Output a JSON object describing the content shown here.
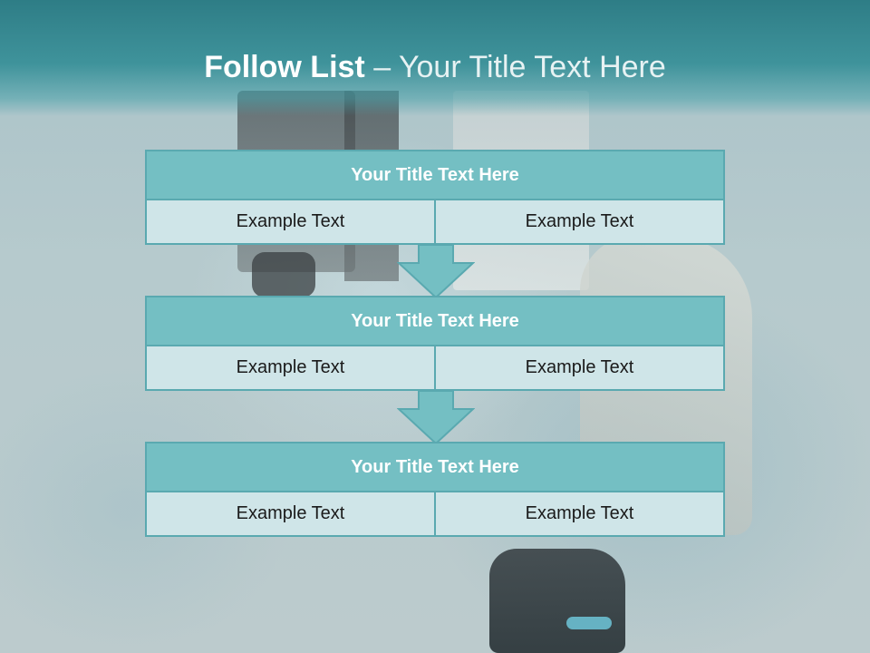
{
  "slide": {
    "title_bold": "Follow List",
    "title_rest": "– Your Title Text Here"
  },
  "steps": [
    {
      "title": "Your Title Text Here",
      "left": "Example Text",
      "right": "Example Text"
    },
    {
      "title": "Your Title Text Here",
      "left": "Example Text",
      "right": "Example Text"
    },
    {
      "title": "Your Title Text Here",
      "left": "Example Text",
      "right": "Example Text"
    }
  ],
  "colors": {
    "header_teal": "#3f939b",
    "box_header": "#74bfc3",
    "box_cell": "#cfe5e8",
    "border": "#5aa9b0"
  }
}
